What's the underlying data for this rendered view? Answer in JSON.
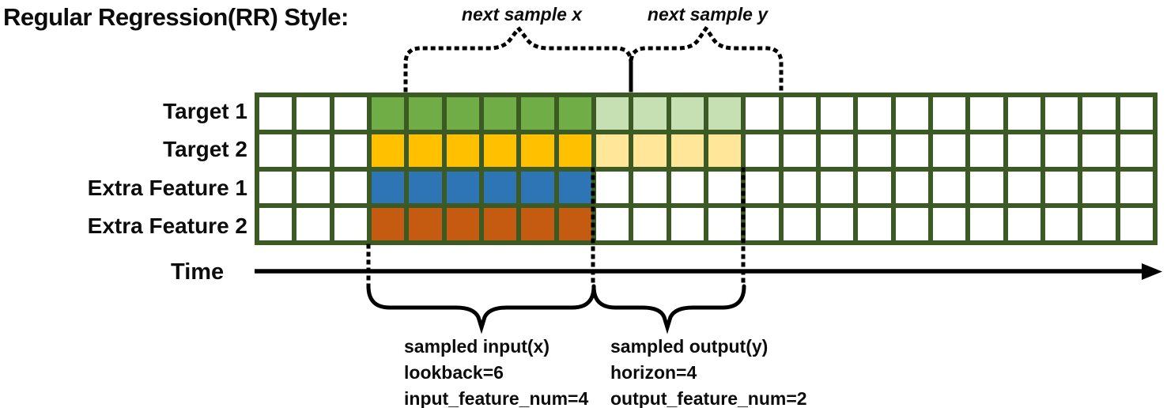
{
  "title": "Regular Regression(RR) Style:",
  "annotations": {
    "next_sample_x": "next sample x",
    "next_sample_y": "next sample y",
    "time_label": "Time",
    "input_block": [
      "sampled input(x)",
      "lookback=6",
      "input_feature_num=4"
    ],
    "output_block": [
      "sampled output(y)",
      "horizon=4",
      "output_feature_num=2"
    ]
  },
  "params": {
    "lookback": 6,
    "horizon": 4,
    "input_feature_num": 4,
    "output_feature_num": 2
  },
  "grid": {
    "columns": 24,
    "input_start_col": 4,
    "input_end_col": 9,
    "output_start_col": 10,
    "output_end_col": 13,
    "border_color": "#3c5a24",
    "empty_cell_color": "#ffffff",
    "rows": [
      {
        "label": "Target 1",
        "input_color": "#70ad47",
        "output_color": "#c6e0b4"
      },
      {
        "label": "Target 2",
        "input_color": "#ffc000",
        "output_color": "#ffe699"
      },
      {
        "label": "Extra Feature 1",
        "input_color": "#2e75b6",
        "output_color": null
      },
      {
        "label": "Extra Feature 2",
        "input_color": "#c55a11",
        "output_color": null
      }
    ]
  },
  "colors": {
    "line_color": "#000000",
    "text_color": "#0c0c0c"
  }
}
